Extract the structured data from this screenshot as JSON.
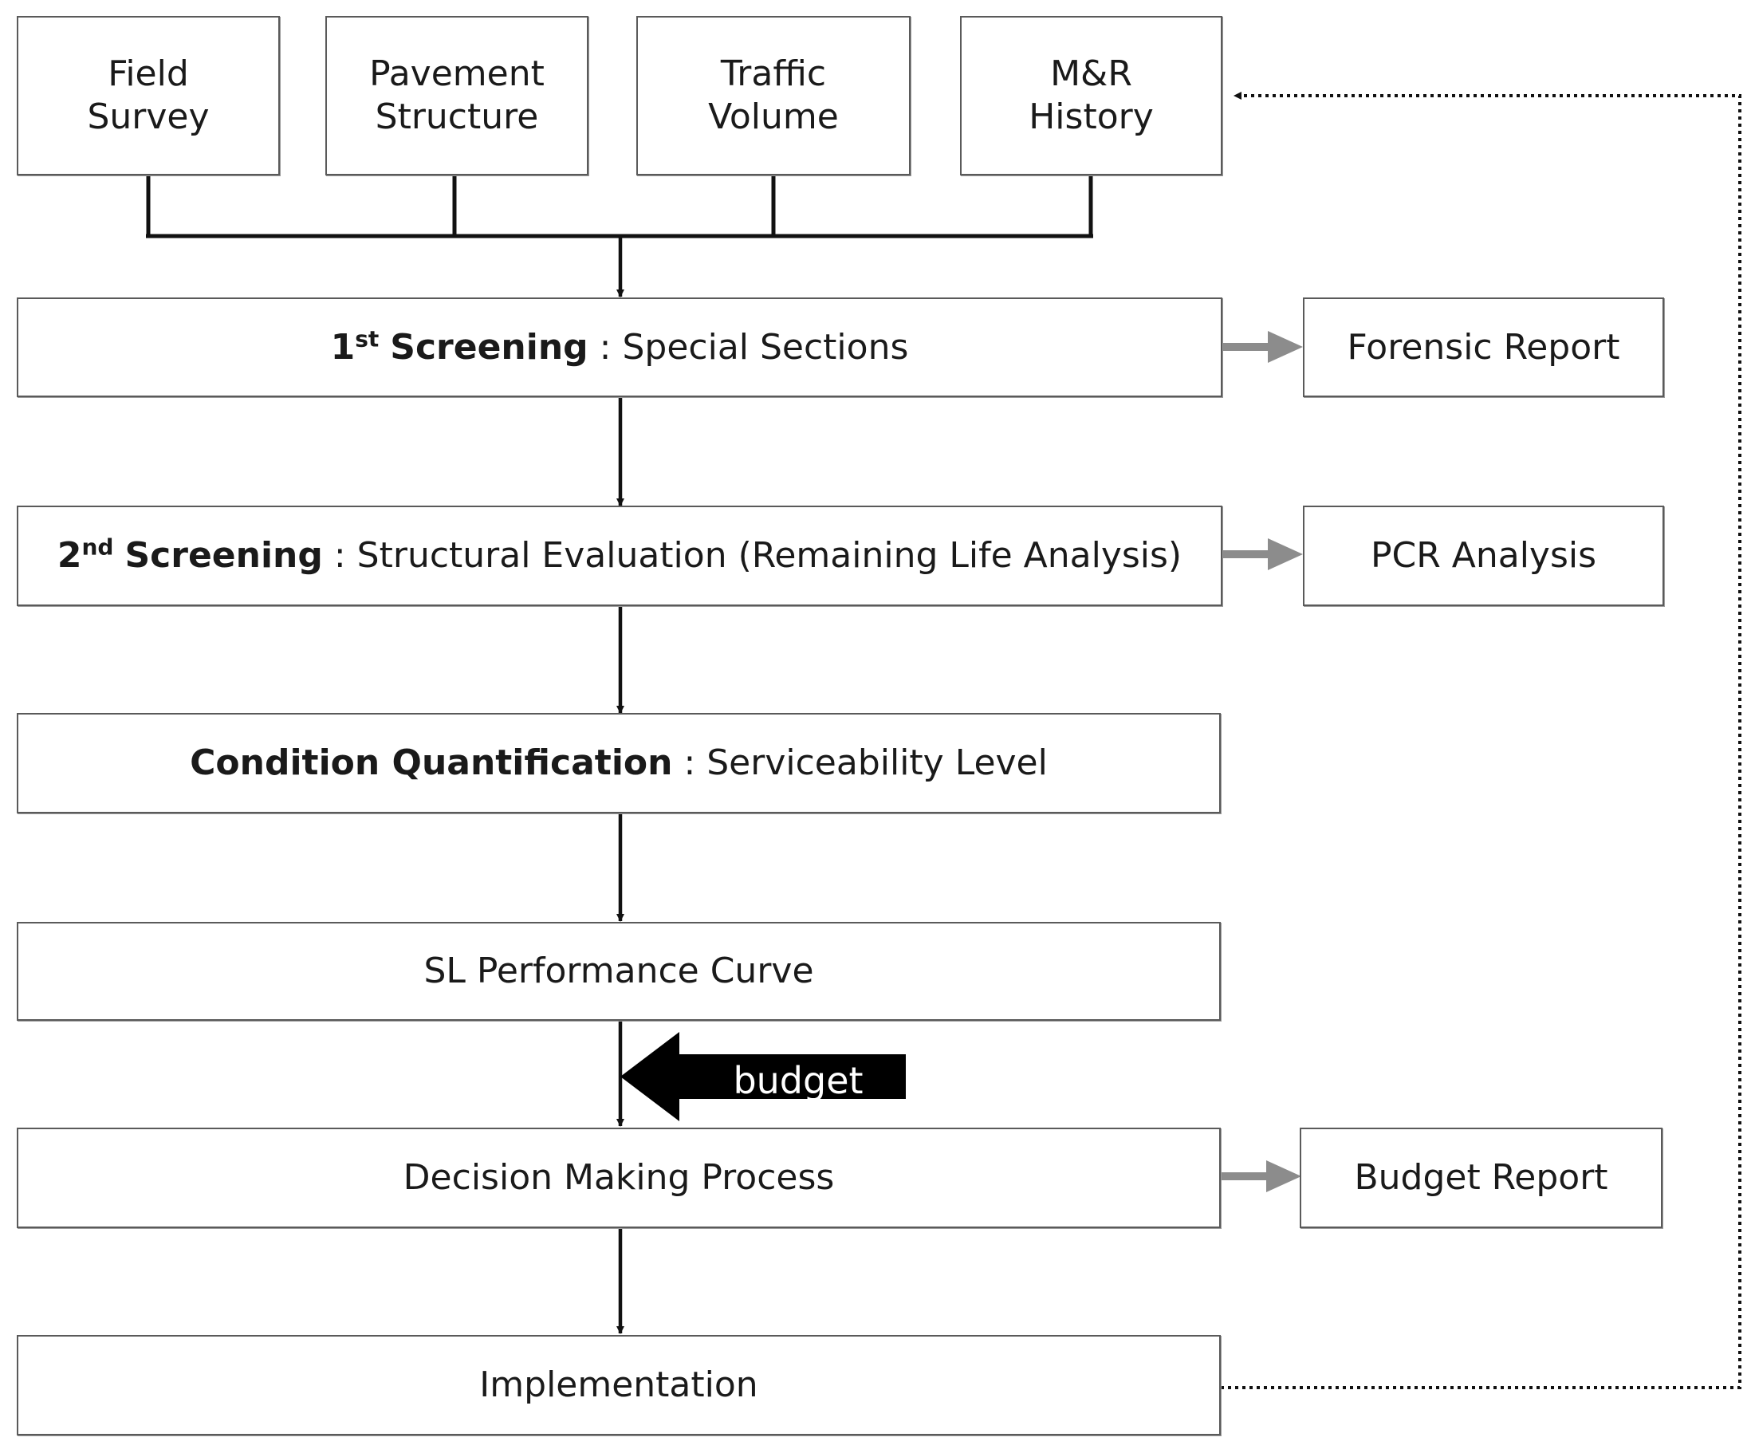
{
  "inputs": {
    "field_survey": {
      "line1": "Field",
      "line2": "Survey"
    },
    "pavement_structure": {
      "line1": "Pavement",
      "line2": "Structure"
    },
    "traffic_volume": {
      "line1": "Traffic",
      "line2": "Volume"
    },
    "mr_history": {
      "line1": "M&R",
      "line2": "History"
    }
  },
  "screening1": {
    "num": "1",
    "sup": "st",
    "bold": "Screening",
    "rest": " : Special Sections"
  },
  "screening2": {
    "num": "2",
    "sup": "nd",
    "bold": "Screening",
    "rest": " : Structural Evaluation (Remaining Life Analysis)"
  },
  "condition": {
    "bold": "Condition Quantification",
    "rest": " : Serviceability Level"
  },
  "sl_curve": "SL Performance Curve",
  "budget_arrow": "budget",
  "decision": "Decision Making Process",
  "implementation": "Implementation",
  "outputs": {
    "forensic": "Forensic Report",
    "pcr": "PCR Analysis",
    "budget_report": "Budget Report"
  }
}
